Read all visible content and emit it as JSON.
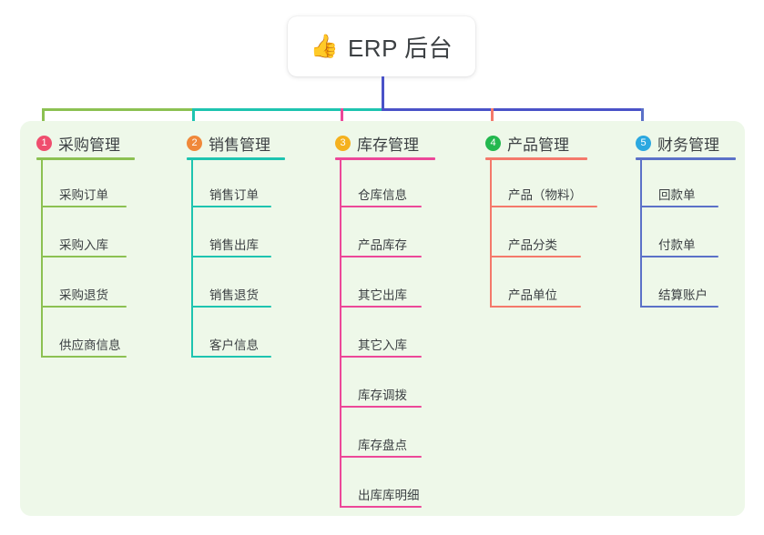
{
  "root": {
    "icon": "thumbs-up-icon",
    "icon_glyph": "👍",
    "title": "ERP 后台"
  },
  "theme": {
    "page_background": "#ffffff",
    "board_background": "#eef8e9",
    "trunk_color": "#4a52c8",
    "text_color": "#3c4043"
  },
  "columns": [
    {
      "number": "1",
      "title": "采购管理",
      "badge_color": "#ef4e6e",
      "line_color": "#8cc152",
      "connector_color": "#8cc152",
      "items": [
        {
          "label": "采购订单"
        },
        {
          "label": "采购入库"
        },
        {
          "label": "采购退货"
        },
        {
          "label": "供应商信息"
        }
      ]
    },
    {
      "number": "2",
      "title": "销售管理",
      "badge_color": "#f0883a",
      "line_color": "#1ec4b0",
      "connector_color": "#1ec4b0",
      "items": [
        {
          "label": "销售订单"
        },
        {
          "label": "销售出库"
        },
        {
          "label": "销售退货"
        },
        {
          "label": "客户信息"
        }
      ]
    },
    {
      "number": "3",
      "title": "库存管理",
      "badge_color": "#f5b11e",
      "line_color": "#ec4899",
      "connector_color": "#ec4899",
      "items": [
        {
          "label": "仓库信息"
        },
        {
          "label": "产品库存"
        },
        {
          "label": "其它出库"
        },
        {
          "label": "其它入库"
        },
        {
          "label": "库存调拨"
        },
        {
          "label": "库存盘点"
        },
        {
          "label": "出库库明细"
        }
      ]
    },
    {
      "number": "4",
      "title": "产品管理",
      "badge_color": "#23b84f",
      "line_color": "#f4796b",
      "connector_color": "#f4796b",
      "items": [
        {
          "label": "产品（物料）"
        },
        {
          "label": "产品分类"
        },
        {
          "label": "产品单位"
        }
      ]
    },
    {
      "number": "5",
      "title": "财务管理",
      "badge_color": "#2ba8e0",
      "line_color": "#5b71c8",
      "connector_color": "#5b71c8",
      "items": [
        {
          "label": "回款单"
        },
        {
          "label": "付款单"
        },
        {
          "label": "结算账户"
        }
      ]
    }
  ]
}
